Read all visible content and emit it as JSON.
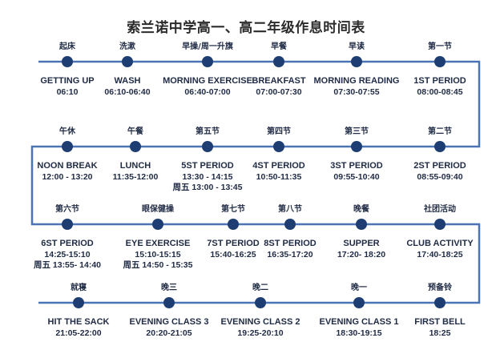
{
  "title": "索兰诺中学高一、高二年级作息时间表",
  "colors": {
    "line": "#4a74b3",
    "dot": "#1e3d73",
    "text": "#1f2a44"
  },
  "rows": [
    [
      {
        "cn": "起床",
        "en": "GETTING UP",
        "time": "06:10",
        "extra": ""
      },
      {
        "cn": "洗漱",
        "en": "WASH",
        "time": "06:10-06:40",
        "extra": ""
      },
      {
        "cn": "早操/周一升旗",
        "en": "MORNING EXERCISE",
        "time": "06:40-07:00",
        "extra": ""
      },
      {
        "cn": "早餐",
        "en": "BREAKFAST",
        "time": "07:00-07:30",
        "extra": ""
      },
      {
        "cn": "早读",
        "en": "MORNING READING",
        "time": "07:30-07:55",
        "extra": ""
      },
      {
        "cn": "第一节",
        "en": "1ST PERIOD",
        "time": "08:00-08:45",
        "extra": ""
      }
    ],
    [
      {
        "cn": "午休",
        "en": "NOON BREAK",
        "time": "12:00 - 13:20",
        "extra": ""
      },
      {
        "cn": "午餐",
        "en": "LUNCH",
        "time": "11:35-12:00",
        "extra": ""
      },
      {
        "cn": "第五节",
        "en": "5ST PERIOD",
        "time": "13:30 - 14:15",
        "extra": "周五 13:00 - 13:45"
      },
      {
        "cn": "第四节",
        "en": "4ST PERIOD",
        "time": "10:50-11:35",
        "extra": ""
      },
      {
        "cn": "第三节",
        "en": "3ST PERIOD",
        "time": "09:55-10:40",
        "extra": ""
      },
      {
        "cn": "第二节",
        "en": "2ST PERIOD",
        "time": "08:55-09:40",
        "extra": ""
      }
    ],
    [
      {
        "cn": "第六节",
        "en": "6ST PERIOD",
        "time": "14:25-15:10",
        "extra": "周五 13:55- 14:40"
      },
      {
        "cn": "眼保健操",
        "en": "EYE EXERCISE",
        "time": "15:10-15:15",
        "extra": "周五 14:50 - 15:35"
      },
      {
        "cn": "第七节",
        "en": "7ST PERIOD",
        "time": "15:40-16:25",
        "extra": ""
      },
      {
        "cn": "第八节",
        "en": "8ST PERIOD",
        "time": "16:35-17:20",
        "extra": ""
      },
      {
        "cn": "晚餐",
        "en": "SUPPER",
        "time": "17:20- 18:20",
        "extra": ""
      },
      {
        "cn": "社团活动",
        "en": "CLUB ACTIVITY",
        "time": "17:40-18:25",
        "extra": ""
      }
    ],
    [
      {
        "cn": "就寝",
        "en": "HIT THE SACK",
        "time": "21:05-22:00",
        "extra": ""
      },
      {
        "cn": "晚三",
        "en": "EVENING CLASS 3",
        "time": "20:20-21:05",
        "extra": ""
      },
      {
        "cn": "晚二",
        "en": "EVENING CLASS 2",
        "time": "19:25-20:10",
        "extra": ""
      },
      {
        "cn": "晚一",
        "en": "EVENING CLASS 1",
        "time": "18:30-19:15",
        "extra": ""
      },
      {
        "cn": "预备铃",
        "en": "FIRST BELL",
        "time": "18:25",
        "extra": ""
      }
    ]
  ]
}
